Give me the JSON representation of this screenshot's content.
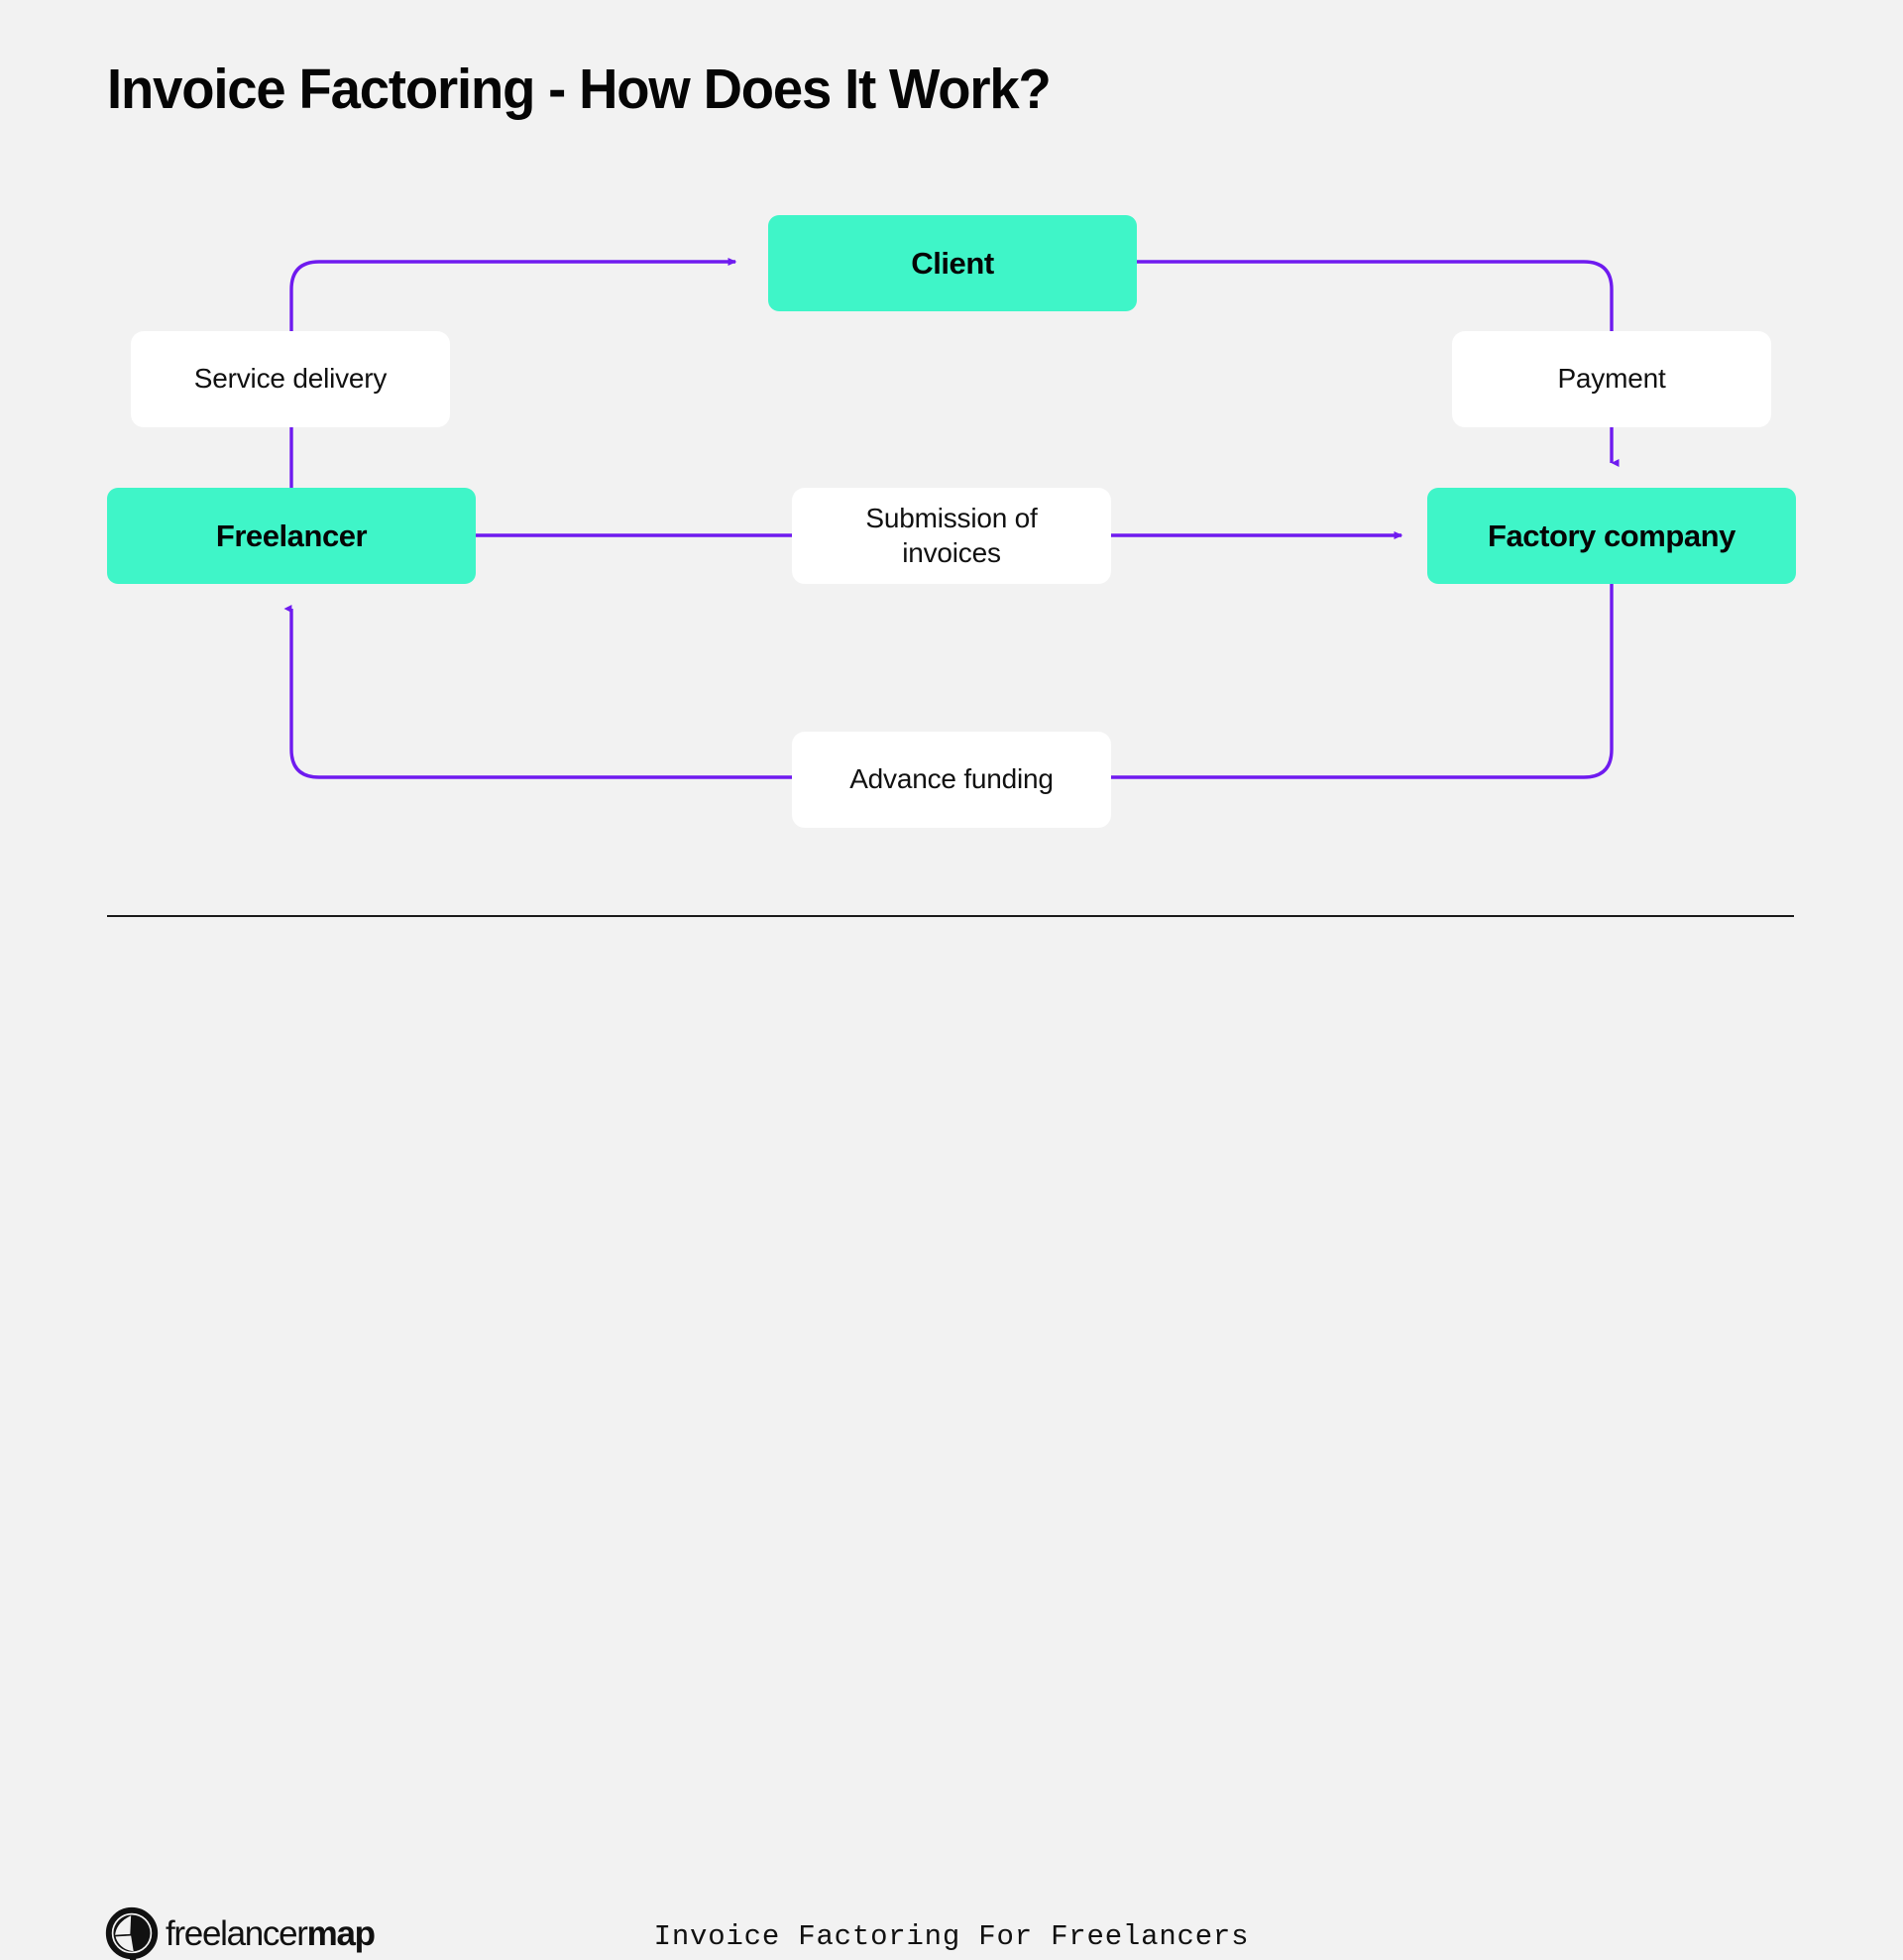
{
  "page": {
    "title": "Invoice Factoring - How Does It Work?",
    "background_color": "#f2f2f2"
  },
  "theme": {
    "entity_fill": "#3ff5c8",
    "label_fill": "#ffffff",
    "connector_color": "#6f1bef",
    "text_color": "#050505",
    "rule_color": "#1a1a1a"
  },
  "diagram": {
    "type": "flow",
    "entities": [
      {
        "id": "client",
        "label": "Client",
        "role": "entity"
      },
      {
        "id": "freelancer",
        "label": "Freelancer",
        "role": "entity"
      },
      {
        "id": "factory",
        "label": "Factory company",
        "role": "entity"
      }
    ],
    "edges": [
      {
        "id": "service-delivery",
        "label": "Service delivery",
        "from": "freelancer",
        "to": "client"
      },
      {
        "id": "payment",
        "label": "Payment",
        "from": "client",
        "to": "factory"
      },
      {
        "id": "submission",
        "label": "Submission of invoices",
        "label_line1": "Submission of",
        "label_line2": "invoices",
        "from": "freelancer",
        "to": "factory"
      },
      {
        "id": "advance-funding",
        "label": "Advance funding",
        "from": "factory",
        "to": "freelancer"
      }
    ]
  },
  "footer": {
    "logo": {
      "icon": "aperture-icon",
      "word_light": "freelancer",
      "word_bold": "map"
    },
    "caption": "Invoice Factoring For Freelancers"
  }
}
